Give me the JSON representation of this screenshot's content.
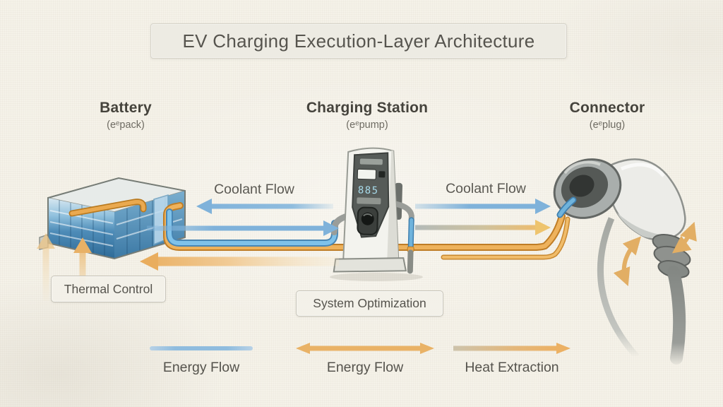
{
  "title": "EV Charging Execution-Layer Architecture",
  "components": {
    "battery": {
      "label": "Battery",
      "sublabel": "(eᵉpack)"
    },
    "charging_station": {
      "label": "Charging Station",
      "sublabel": "(eᵉpump)",
      "display_value": "885"
    },
    "connector": {
      "label": "Connector",
      "sublabel": "(eᵉplug)"
    }
  },
  "flows": {
    "coolant_left_label": "Coolant Flow",
    "coolant_right_label": "Coolant Flow"
  },
  "callouts": {
    "thermal_control": "Thermal Control",
    "system_optimization": "System Optimization"
  },
  "legend": {
    "items": [
      {
        "label": "Energy Flow",
        "style": "blue-line"
      },
      {
        "label": "Energy Flow",
        "style": "orange-double-arrow"
      },
      {
        "label": "Heat Extraction",
        "style": "orange-arrow-right"
      }
    ]
  },
  "colors": {
    "background": "#f5f2e9",
    "coolant_blue": "#7fb2da",
    "energy_orange": "#e9b266",
    "heat_orange_faded": "#f1cb96",
    "pipe_blue": "#5ea7d8",
    "pipe_orange": "#eaa94f",
    "station_panel_dark": "#565b58",
    "callout_fill": "#efece3",
    "callout_border": "#c8c5ba",
    "text_primary": "#4c4a44",
    "text_muted": "#6e6b62"
  }
}
